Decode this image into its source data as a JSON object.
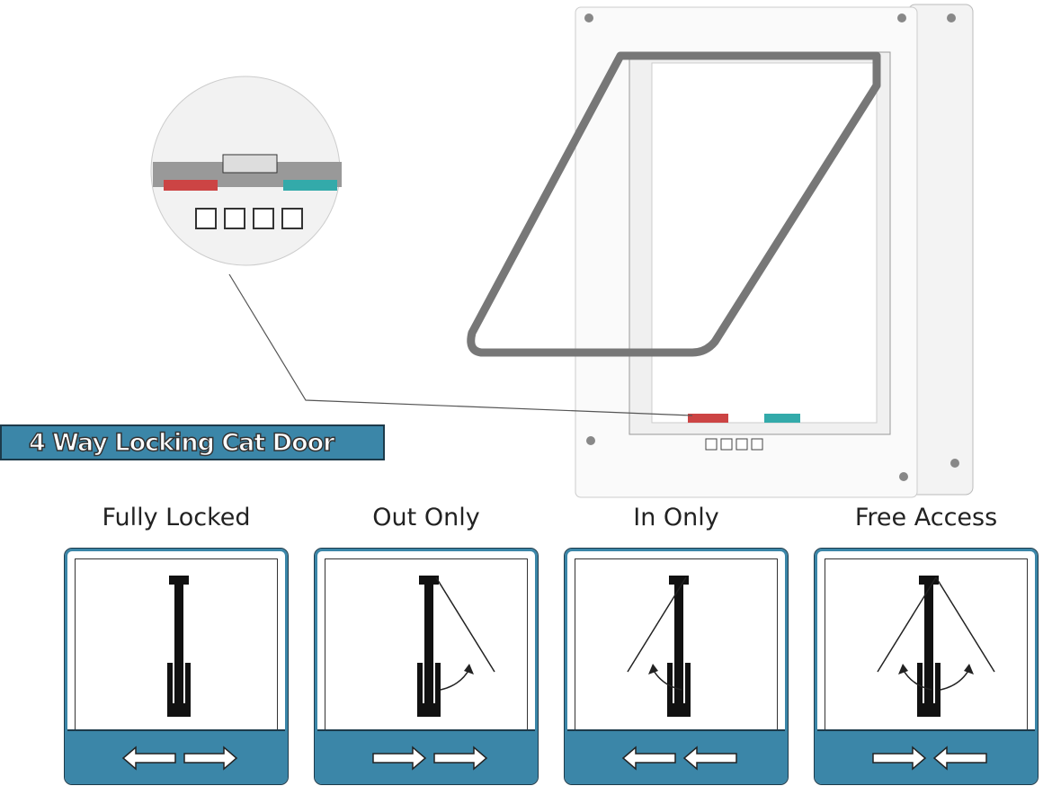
{
  "banner": {
    "title": "4 Way Locking Cat Door"
  },
  "modes": [
    {
      "label": "Fully Locked",
      "swing": "none",
      "arrows": [
        "left",
        "right"
      ]
    },
    {
      "label": "Out Only",
      "swing": "right",
      "arrows": [
        "right",
        "right"
      ]
    },
    {
      "label": "In Only",
      "swing": "left",
      "arrows": [
        "left",
        "left"
      ]
    },
    {
      "label": "Free Access",
      "swing": "both",
      "arrows": [
        "right",
        "left"
      ]
    }
  ],
  "colors": {
    "accent": "#3b86a8",
    "dark": "#1d3a4a"
  }
}
